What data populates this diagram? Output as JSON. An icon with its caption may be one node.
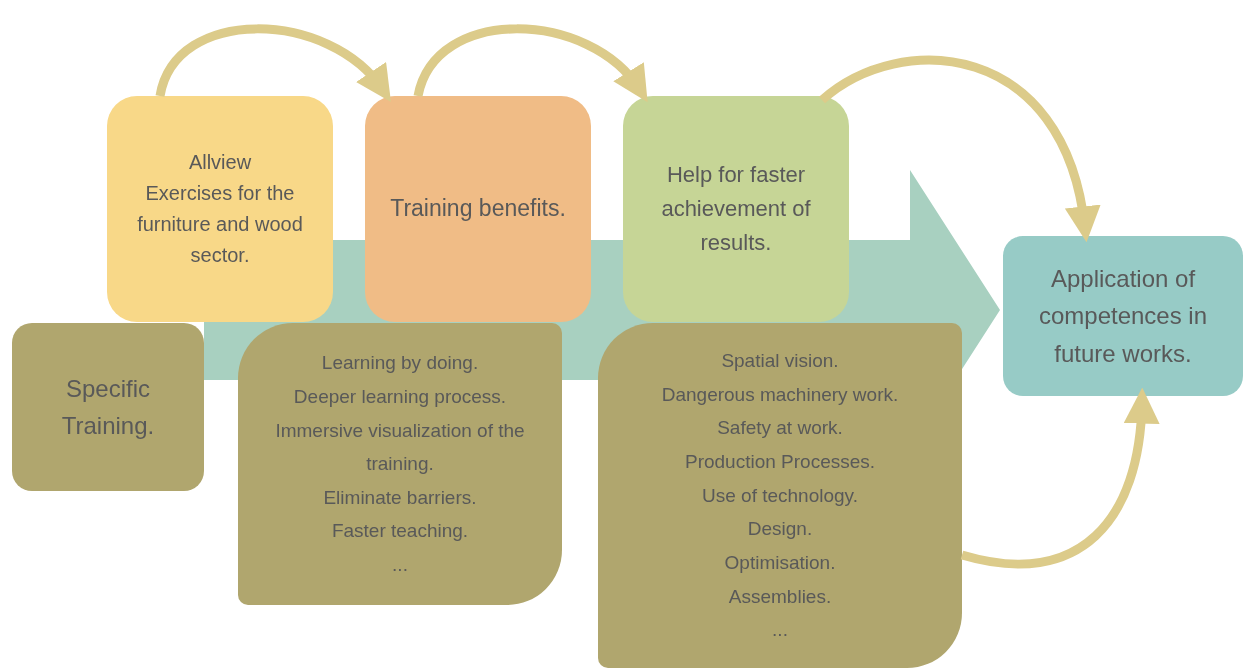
{
  "diagram": {
    "nodes": [
      {
        "text": [
          "Allview",
          "Exercises for the furniture and wood sector."
        ]
      },
      {
        "text": [
          "Training benefits."
        ]
      },
      {
        "text": [
          "Help for faster achievement of results."
        ]
      },
      {
        "text": [
          "Application of competences in future works."
        ]
      },
      {
        "text": [
          "Specific Training."
        ]
      },
      {
        "text": [
          "Learning by doing.",
          "Deeper learning process.",
          "Immersive visualization of the training.",
          "Eliminate barriers.",
          "Faster teaching.",
          "..."
        ]
      },
      {
        "text": [
          "Spatial vision.",
          "Dangerous machinery work.",
          "Safety at work.",
          "Production Processes.",
          "Use of technology.",
          "Design.",
          "Optimisation.",
          "Assemblies.",
          "..."
        ]
      }
    ],
    "edges": [
      {
        "from": 0,
        "to": 1,
        "arrow": "to"
      },
      {
        "from": 1,
        "to": 2,
        "arrow": "to"
      },
      {
        "from": 2,
        "to": 3,
        "arrow": "to"
      },
      {
        "from": 6,
        "to": 3,
        "arrow": "to"
      },
      {
        "from": 4,
        "to": 3,
        "arrow": "to",
        "style": "thick",
        "color": "#a8d0c0"
      }
    ]
  }
}
